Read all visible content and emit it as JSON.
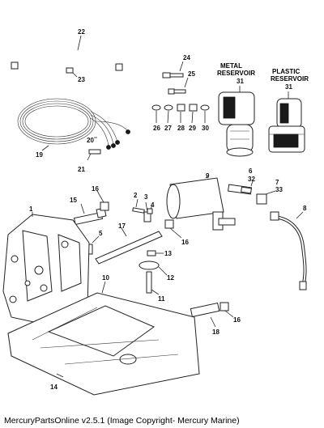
{
  "callouts": [
    {
      "id": "c1",
      "label": "1"
    },
    {
      "id": "c2",
      "label": "2"
    },
    {
      "id": "c3",
      "label": "3"
    },
    {
      "id": "c4",
      "label": "4"
    },
    {
      "id": "c5",
      "label": "5"
    },
    {
      "id": "c6",
      "label": "6"
    },
    {
      "id": "c7",
      "label": "7"
    },
    {
      "id": "c8",
      "label": "8"
    },
    {
      "id": "c9",
      "label": "9"
    },
    {
      "id": "c10",
      "label": "10"
    },
    {
      "id": "c11",
      "label": "11"
    },
    {
      "id": "c12",
      "label": "12"
    },
    {
      "id": "c13",
      "label": "13"
    },
    {
      "id": "c14",
      "label": "14"
    },
    {
      "id": "c15",
      "label": "15"
    },
    {
      "id": "c16a",
      "label": "16"
    },
    {
      "id": "c16b",
      "label": "16"
    },
    {
      "id": "c16c",
      "label": "16"
    },
    {
      "id": "c17",
      "label": "17"
    },
    {
      "id": "c18",
      "label": "18"
    },
    {
      "id": "c19",
      "label": "19"
    },
    {
      "id": "c20",
      "label": "20"
    },
    {
      "id": "c21",
      "label": "21"
    },
    {
      "id": "c22",
      "label": "22"
    },
    {
      "id": "c23",
      "label": "23"
    },
    {
      "id": "c24",
      "label": "24"
    },
    {
      "id": "c25",
      "label": "25"
    },
    {
      "id": "c26",
      "label": "26"
    },
    {
      "id": "c27",
      "label": "27"
    },
    {
      "id": "c28",
      "label": "28"
    },
    {
      "id": "c29",
      "label": "29"
    },
    {
      "id": "c30",
      "label": "30"
    },
    {
      "id": "c31a",
      "label": "31"
    },
    {
      "id": "c31b",
      "label": "31"
    },
    {
      "id": "c32",
      "label": "32"
    },
    {
      "id": "c33",
      "label": "33"
    }
  ],
  "headers": {
    "metal_line1": "METAL",
    "metal_line2": "RESERVOIR",
    "plastic_line1": "PLASTIC",
    "plastic_line2": "RESERVOIR"
  },
  "footer": "MercuryPartsOnline v2.5.1 (Image Copyright- Mercury Marine)"
}
